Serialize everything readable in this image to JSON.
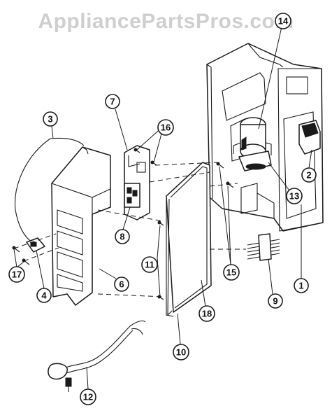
{
  "watermark": "AppliancePartsPros.com",
  "callouts": [
    "1",
    "2",
    "3",
    "4",
    "6",
    "7",
    "8",
    "9",
    "10",
    "11",
    "12",
    "13",
    "14",
    "15",
    "16",
    "17",
    "18"
  ]
}
